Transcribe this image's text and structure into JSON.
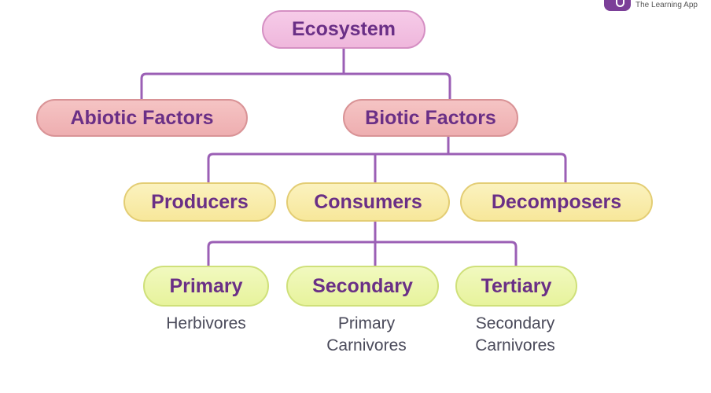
{
  "logo": {
    "tagline": "The Learning App"
  },
  "diagram": {
    "root": "Ecosystem",
    "abiotic": "Abiotic Factors",
    "biotic": "Biotic Factors",
    "producers": "Producers",
    "consumers": "Consumers",
    "decomposers": "Decomposers",
    "primary": {
      "label": "Primary",
      "sub1": "Herbivores"
    },
    "secondary": {
      "label": "Secondary",
      "sub1": "Primary",
      "sub2": "Carnivores"
    },
    "tertiary": {
      "label": "Tertiary",
      "sub1": "Secondary",
      "sub2": "Carnivores"
    }
  },
  "colors": {
    "line": "#9b5fb5",
    "text": "#6a2f86",
    "root": "#f3c1e3",
    "level1": "#f2b8ba",
    "level2": "#f9ecaa",
    "level3": "#ecf6ac"
  }
}
